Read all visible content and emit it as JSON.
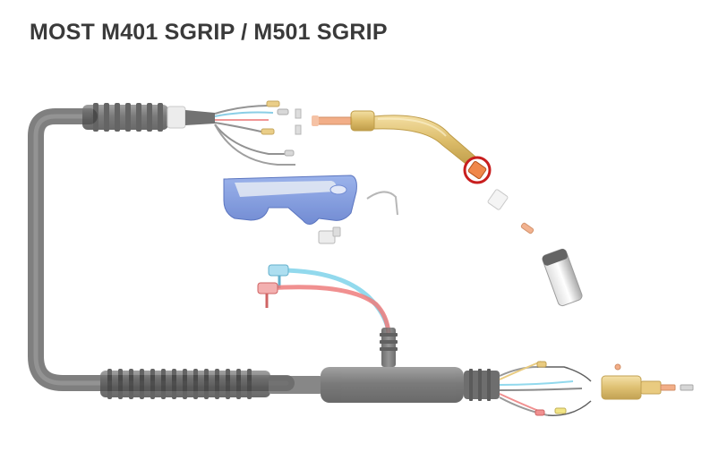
{
  "page": {
    "title": "MOST M401 SGRIP / M501 SGRIP"
  },
  "diagram": {
    "parts": [
      "cable-assembly",
      "rear-connector",
      "front-cable-sleeve",
      "lead-wires",
      "handle-grip",
      "trigger-clip",
      "trigger-switch",
      "gas-nozzle-connector",
      "swan-neck",
      "neck-insulator",
      "contact-tip",
      "gas-nozzle",
      "water-hose-blue",
      "water-hose-red",
      "hose-junction",
      "euro-connector"
    ],
    "highlighted_part": "neck-insulator",
    "colors": {
      "highlight_ring": "#c81e1e",
      "cable": "#5f5f5f",
      "hose_blue": "#7fd3ea",
      "hose_red": "#ee7d7d",
      "grip_blue": "#6f8fdc",
      "brass": "#e6c36b",
      "copper": "#f0a074"
    }
  }
}
